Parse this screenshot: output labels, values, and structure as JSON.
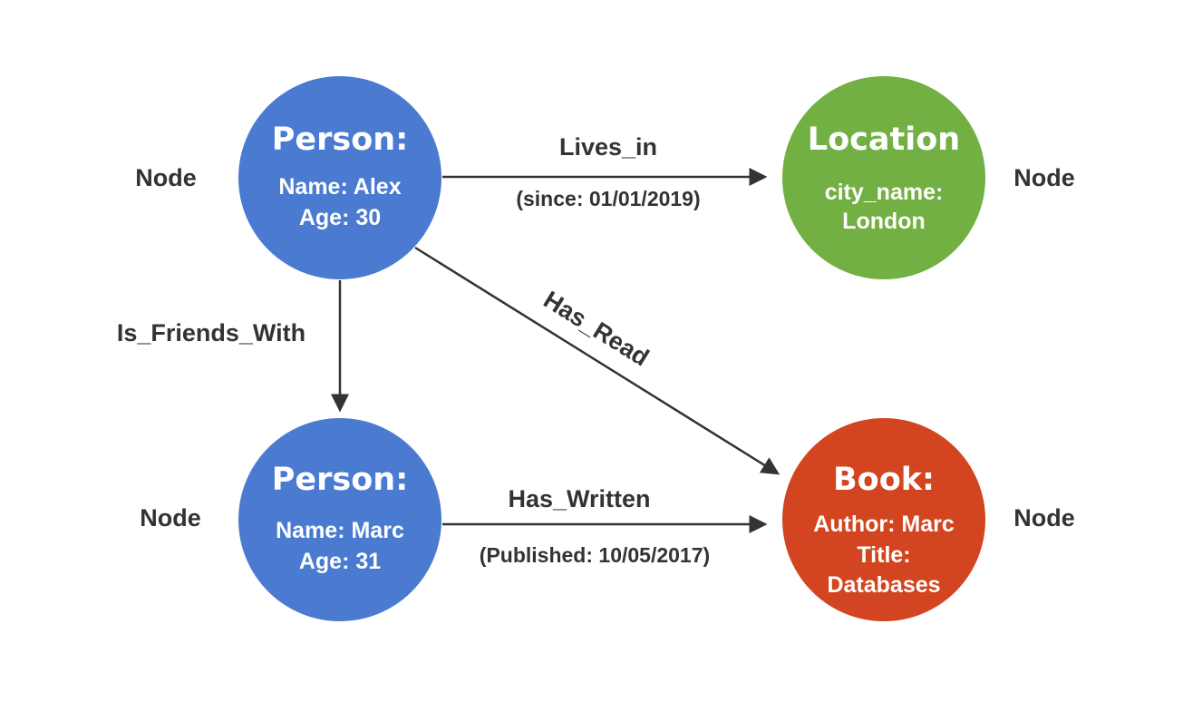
{
  "colors": {
    "person": "#4a7bd0",
    "location": "#72b043",
    "book": "#d34520",
    "edge": "#333333",
    "text_dark": "#333333"
  },
  "nodes": {
    "alex": {
      "title": "Person:",
      "props": [
        "Name: Alex",
        "Age: 30"
      ],
      "side_label": "Node"
    },
    "location": {
      "title": "Location",
      "props": [
        "city_name:",
        "London"
      ],
      "side_label": "Node"
    },
    "marc": {
      "title": "Person:",
      "props": [
        "Name: Marc",
        "Age: 31"
      ],
      "side_label": "Node"
    },
    "book": {
      "title": "Book:",
      "props": [
        "Author: Marc",
        "Title:",
        "Databases"
      ],
      "side_label": "Node"
    }
  },
  "edges": {
    "lives_in": {
      "label": "Lives_in",
      "prop": "(since: 01/01/2019)"
    },
    "is_friends_with": {
      "label": "Is_Friends_With"
    },
    "has_read": {
      "label": "Has_Read"
    },
    "has_written": {
      "label": "Has_Written",
      "prop": "(Published: 10/05/2017)"
    }
  }
}
